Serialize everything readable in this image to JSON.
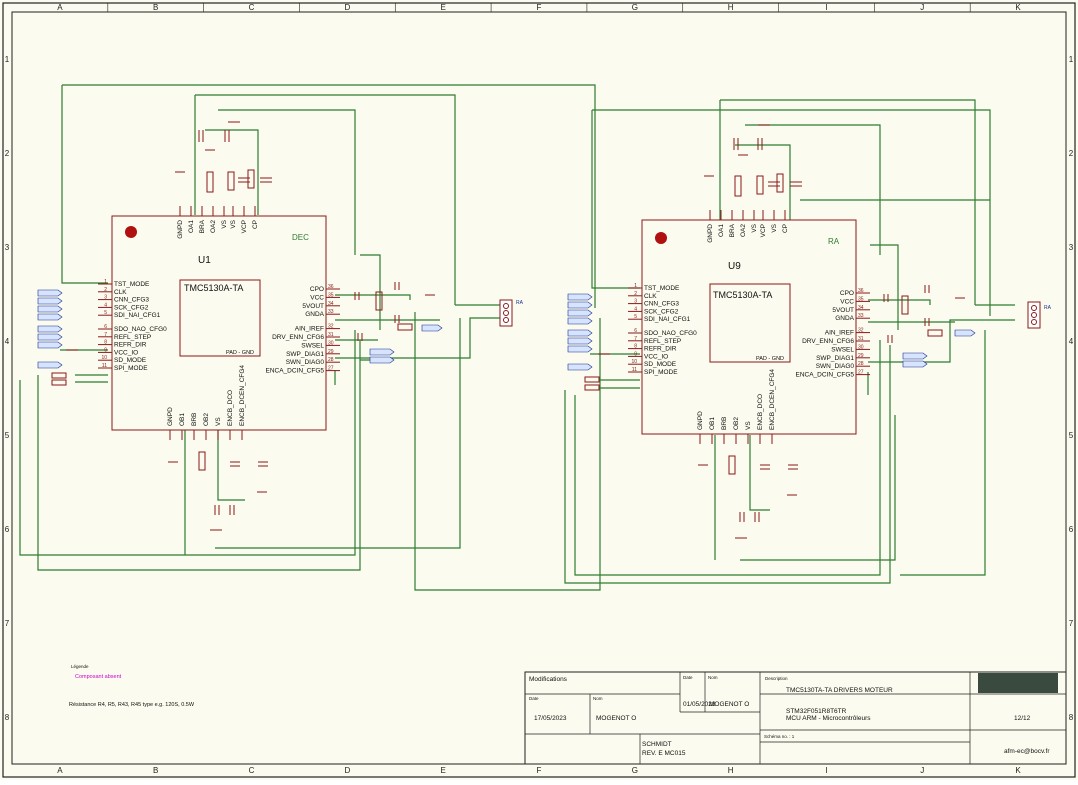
{
  "zones": {
    "cols": [
      "A",
      "B",
      "C",
      "D",
      "E",
      "F",
      "G",
      "H",
      "I",
      "J",
      "K"
    ],
    "rows": [
      "1",
      "2",
      "3",
      "4",
      "5",
      "6",
      "7",
      "8"
    ]
  },
  "colors": {
    "wire": "#2e7d32",
    "component": "#8b1a1a",
    "chip_dot": "#b01010",
    "net_label_fill": "#d6e4ff",
    "legend_text": "#cc00cc",
    "title_block_dark": "#3a4a3e"
  },
  "left_chip": {
    "ref": "U1",
    "part": "TMC5130A-TA",
    "tag": "DEC",
    "pad_label": "PAD - GND",
    "top_pins": [
      "GNPD",
      "OA1",
      "BRA",
      "OA2",
      "VS",
      "VS",
      "VCP",
      "CP"
    ],
    "bottom_pins": [
      "GNPD",
      "OB1",
      "BRB",
      "OB2",
      "VS",
      "ENCB_DCO",
      "ENCB_DCEN_CFG4"
    ],
    "left_pins": [
      {
        "num": "1",
        "name": "TST_MODE"
      },
      {
        "num": "2",
        "name": "CLK"
      },
      {
        "num": "3",
        "name": "CNN_CFG3"
      },
      {
        "num": "4",
        "name": "SCK_CFG2"
      },
      {
        "num": "5",
        "name": "SDI_NAI_CFG1"
      },
      {
        "num": "6",
        "name": "SDO_NAO_CFG0"
      },
      {
        "num": "7",
        "name": "REFL_STEP"
      },
      {
        "num": "8",
        "name": "REFR_DIR"
      },
      {
        "num": "9",
        "name": "VCC_IO"
      },
      {
        "num": "10",
        "name": "SD_MODE"
      },
      {
        "num": "11",
        "name": "SPI_MODE"
      }
    ],
    "right_pins": [
      {
        "num": "36",
        "name": "CPO"
      },
      {
        "num": "35",
        "name": "VCC"
      },
      {
        "num": "34",
        "name": "5VOUT"
      },
      {
        "num": "33",
        "name": "GNDA"
      },
      {
        "num": "32",
        "name": "AIN_IREF"
      },
      {
        "num": "31",
        "name": "DRV_ENN_CFG6"
      },
      {
        "num": "30",
        "name": "SWSEL"
      },
      {
        "num": "29",
        "name": "SWP_DIAG1"
      },
      {
        "num": "28",
        "name": "SWN_DIAG0"
      },
      {
        "num": "27",
        "name": "ENCA_DCIN_CFG5"
      }
    ]
  },
  "right_chip": {
    "ref": "U9",
    "part": "TMC5130A-TA",
    "tag": "RA",
    "pad_label": "PAD - GND",
    "top_pins": [
      "GNPD",
      "OA1",
      "BRA",
      "OA2",
      "VS",
      "VCP",
      "VS",
      "CP"
    ],
    "bottom_pins": [
      "GNPD",
      "OB1",
      "BRB",
      "OB2",
      "VS",
      "ENCB_DCO",
      "ENCB_DCEN_CFG4"
    ],
    "left_pins": [
      {
        "num": "1",
        "name": "TST_MODE"
      },
      {
        "num": "2",
        "name": "CLK"
      },
      {
        "num": "3",
        "name": "CNN_CFG3"
      },
      {
        "num": "4",
        "name": "SCK_CFG2"
      },
      {
        "num": "5",
        "name": "SDI_NAI_CFG1"
      },
      {
        "num": "6",
        "name": "SDO_NAO_CFG0"
      },
      {
        "num": "7",
        "name": "REFL_STEP"
      },
      {
        "num": "8",
        "name": "REFR_DIR"
      },
      {
        "num": "9",
        "name": "VCC_IO"
      },
      {
        "num": "10",
        "name": "SD_MODE"
      },
      {
        "num": "11",
        "name": "SPI_MODE"
      }
    ],
    "right_pins": [
      {
        "num": "36",
        "name": "CPO"
      },
      {
        "num": "35",
        "name": "VCC"
      },
      {
        "num": "34",
        "name": "5VOUT"
      },
      {
        "num": "33",
        "name": "GNDA"
      },
      {
        "num": "32",
        "name": "AIN_IREF"
      },
      {
        "num": "31",
        "name": "DRV_ENN_CFG6"
      },
      {
        "num": "30",
        "name": "SWSEL"
      },
      {
        "num": "29",
        "name": "SWP_DIAG1"
      },
      {
        "num": "28",
        "name": "SWN_DIAG0"
      },
      {
        "num": "27",
        "name": "ENCA_DCIN_CFG5"
      }
    ]
  },
  "connectors": {
    "left": "RA",
    "right": "RA"
  },
  "legend": {
    "heading": "Légende",
    "item": "Composant absent",
    "note": "Résistance R4, R5, R43, R45 type e.g. 120S, 0.5W"
  },
  "title_block": {
    "modifications": "Modifications",
    "date_hdr": "Date",
    "name_hdr": "Nom",
    "date_left": "17/05/2023",
    "name_left": "MOGENOT O",
    "date_right_hdr": "Date",
    "name_right_hdr": "Nom",
    "date_right": "01/05/2023",
    "name_right": "MOGENOT O",
    "description_hdr": "Description",
    "description": "TMC5130TA-TA DRIVERS MOTEUR",
    "mcu_line1": "STM32F051R8T6TR",
    "mcu_line2": "MCU ARM - Microcontrôleurs",
    "schema_label": "Schéma no. : 1",
    "sheet": "12/12",
    "author": "SCHMIDT",
    "rev": "REV. E    MC015",
    "email": "afm-ec@bocv.fr"
  }
}
